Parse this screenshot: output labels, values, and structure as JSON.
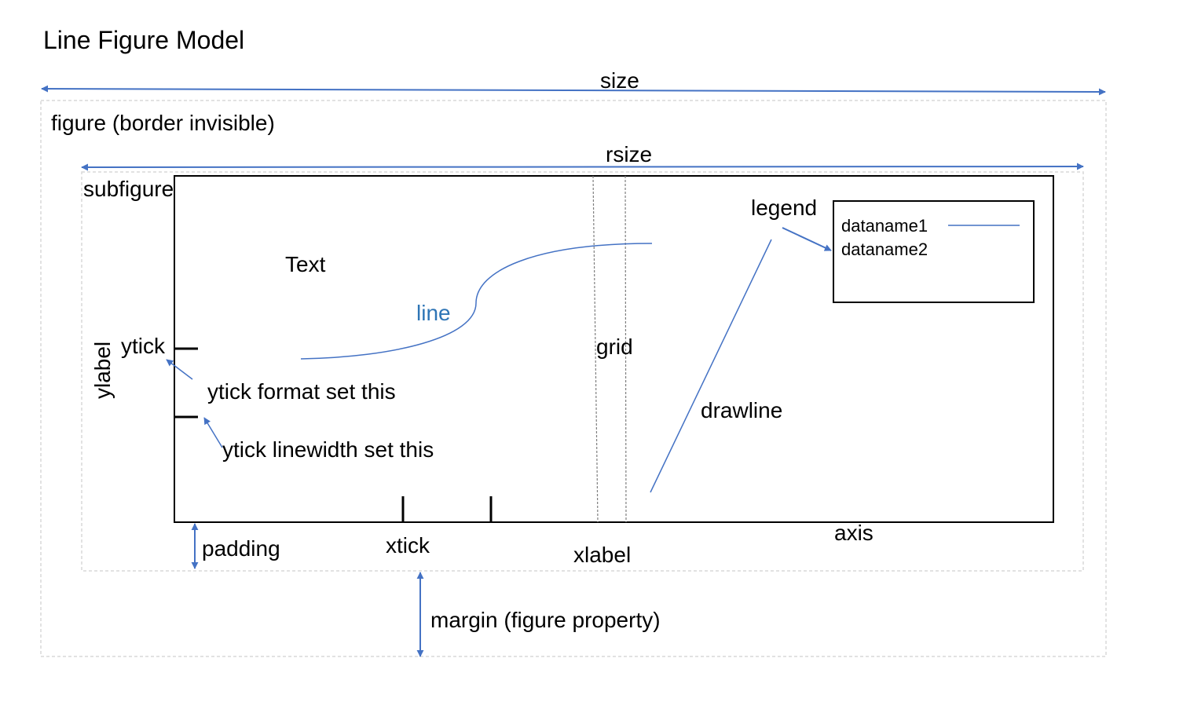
{
  "title": "Line Figure Model",
  "colors": {
    "arrow": "#4472C4",
    "line_label": "#2E75B6",
    "frame": "#000000",
    "dashed_border": "#D9D9D9",
    "grid": "#7F7F7F"
  },
  "labels": {
    "size": "size",
    "figure": "figure (border invisible)",
    "rsize": "rsize",
    "subfigure": "subfigure",
    "text": "Text",
    "line": "line",
    "grid": "grid",
    "legend": "legend",
    "dataname1": "dataname1",
    "dataname2": "dataname2",
    "drawline": "drawline",
    "ylabel": "ylabel",
    "ytick": "ytick",
    "ytick_format": "ytick format set this",
    "ytick_linewidth": "ytick linewidth set this",
    "padding": "padding",
    "xtick": "xtick",
    "xlabel": "xlabel",
    "axis": "axis",
    "margin": "margin (figure property)"
  }
}
